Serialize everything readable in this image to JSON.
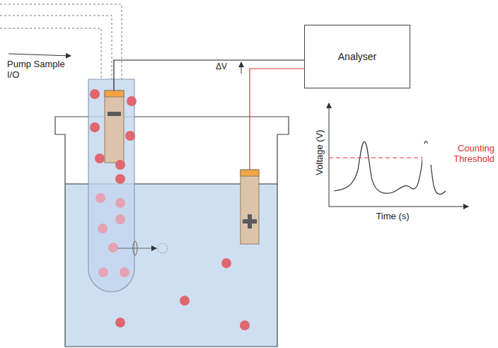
{
  "diagram": {
    "nodes": [
      {
        "text": [
          "Analyser"
        ]
      }
    ],
    "labels": [
      "Pump Sample I/O",
      "ΔV",
      "Voltage (V)",
      "Time (s)",
      "Counting Threshold"
    ]
  }
}
